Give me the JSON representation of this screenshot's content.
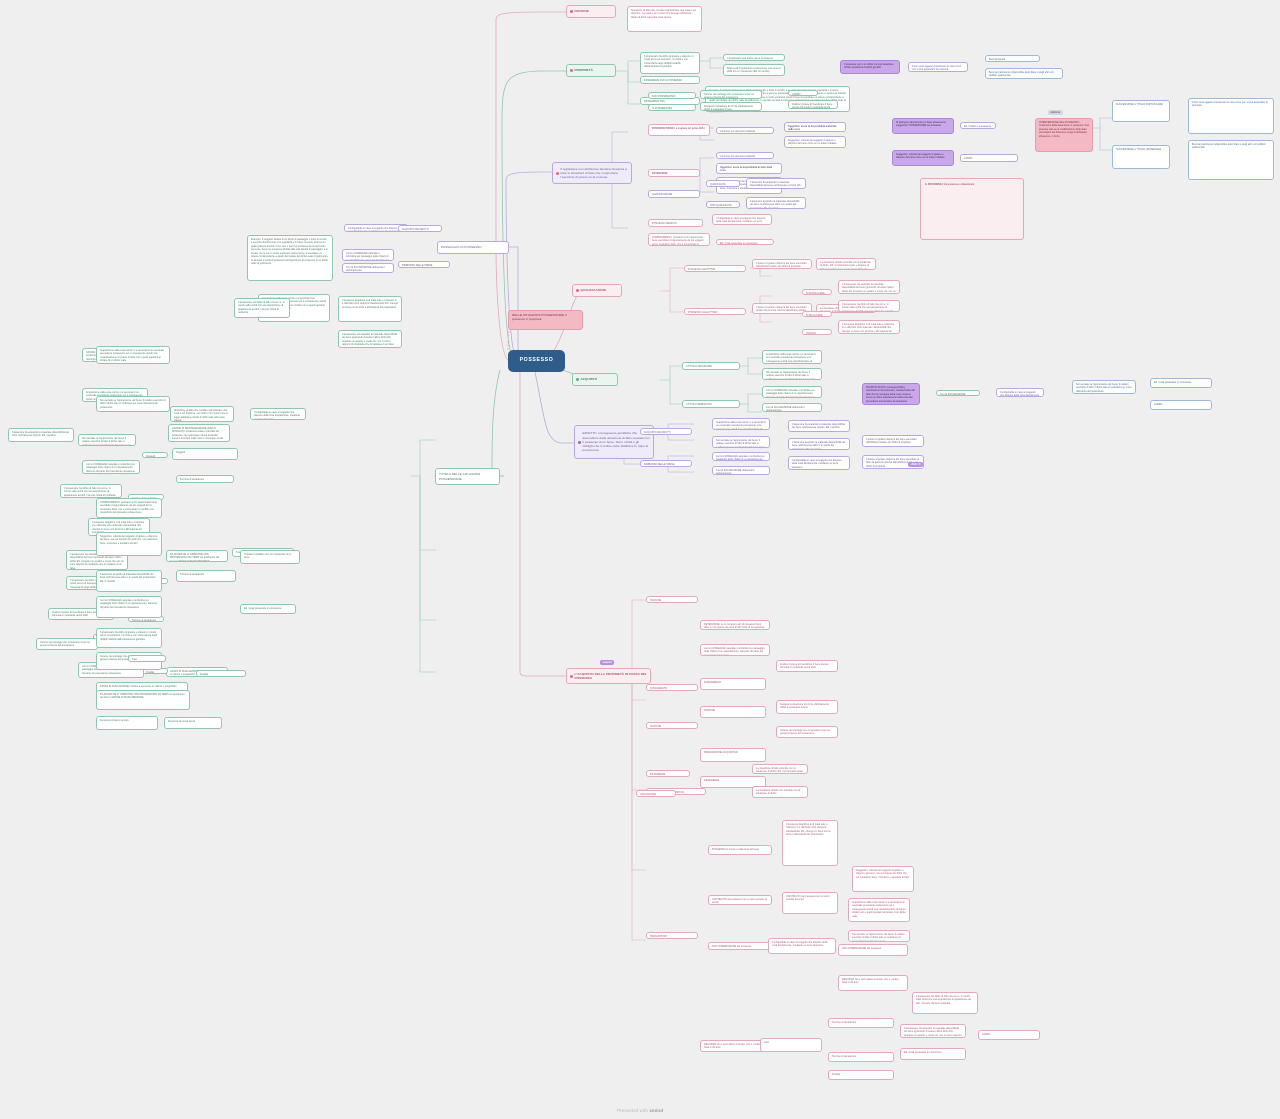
{
  "app": {
    "watermark_prefix": "Presented with ",
    "watermark_brand": "xmind"
  },
  "root": {
    "label": "POSSESSO"
  },
  "branches": {
    "nozione": {
      "label": "NOZIONE"
    },
    "proprieta": {
      "label": "PROPRIETÀ"
    },
    "qualificazioni": {
      "label": "QUALIFICAZIONI"
    },
    "acquisto": {
      "label": "ACQUISTO"
    },
    "passaggio": {
      "label": "PASSAGGIO DI POSSESSO"
    },
    "tutela": {
      "label": "TUTELA DELLE SITUAZIONI POSSESSORIE"
    },
    "acquisto_proprieta": {
      "label": "L'ACQUISTO DELLA PROPRIETÀ IN FORZA DEL POSSESSO"
    },
    "nelle_situazioni": {
      "label": "NELLE SITUAZIONI POSSESSORIE il possesso ≠ proprietà"
    },
    "effetti": {
      "label": "EFFETTI= conseguenze giuridiche che discendono dalla situazione di fatto creatasi con il possesso di un bene. Sono i diritti e gli obblighi che il codice civile stabilisce in capo al possessore."
    },
    "legislatore": {
      "label": "Il legislatore non attribuisce identica rilevanza a tutte le situazioni di fatto che comportano l'esercizio di potere su di un bene"
    }
  },
  "tags": {
    "effetti_tag": "effetti (4)",
    "acquisto_tag": "acquisti",
    "ulteriore": "ulteriore"
  },
  "nodes": {
    "nozione_def": "Situazione di fatto che consiste nell'utilizzare una cosa o nel disporne, nei modi e con i poteri che la legge attribuisce titolari di diritti reali sulla cosa stessa.",
    "prop_def": "Il proprietario ha diritto di godere e disporre in modo pieno ed esclusivo, nei limiti e con l'osservanza degli obblighi stabiliti dall'ordinamento giuridico.",
    "prop_diff_poss": "DIFFERENZE CON IL POSSESSO",
    "prop_diff_tra": "DIFFERENZA TRA:",
    "prop_anche": "Il proprietario può anche avere il possesso",
    "prop_diritti": "Diritti reali di godimento conferiscono una serie di diritti tra cui il possesso (ES. Di servitù)",
    "prop_esempio": "Esempio: il soggetto titolare di un diritto di passaggio o titolo di servitù, è esercita ulteriormente con regolarità e il potere inerente al bene sul quale grava la servitù: il suo non è però un possesso pieno del fondo servente, bensì un possesso limitato alla sola facoltà di passaggio, e si avvale con le sue in modo esclusivo sopra il bene di esercitare un potere corrispondente a quello del titolare del diritto reale di godimento. In tal caso si parla di possesso corrispondente al contenuto di un diritto reale di godimento.",
    "non_possidentes": "NON POSSIDENTES",
    "possidentes": "SI POSSIDENTES",
    "ladro": "LADRO",
    "ins_vantaggi": "Insieme dei vantaggi che il possesso di per sé genera a favore del possessore",
    "designa_situazione": "Designa la situazione di chi ha effettivamente diritto a possedere il bene",
    "implica_potere": "Implica il potere di rivendicare il bene presso chiunque lo possieda senza titolo",
    "possesso_pieno": "POSSESSO PIENO= a cognare art primo (ES.)",
    "detenzione_h": "DETENZIONE",
    "qualificazione_h": "QUALIFICAZIONE",
    "concorso_2a": "concorso di 2 elementi costitutivi",
    "concorso_2b": "concorso di 2 elementi costitutivi",
    "ogg_avere_corpo": "Oggettivo: avere la disponibilità materiale della cosa",
    "sogg_volonta": "Soggettivo: volontà del soggetto di godere e disporre del bene come se ne fosse il titolare",
    "ogg_disponibilita": "Oggettivo: avere la disponibilità di fatto della cosa",
    "sogg_detenzione": "Soggettivo: volontà del soggetto di godere e disporre del bene, ma nel rispetto dei diritti che, sul medesimo bene, riconosce e spettano ad altri",
    "qualificata": "QUALIFICATA",
    "non_qualificata": "NON QUALIFICATA",
    "det_materiale": "Il detentore ha acquisito la materiale disponibilità del bene nell'interesse proprio. ES. Inquilino.",
    "det_altrui": "Il detentore acquisito la materiale disponibilità del bene nell'interesse altrui o in quello del proprietario: ES. Il custode",
    "possesso_mediato_h": "POSSESSO MEDIATO",
    "possesso_legittimo_h": "POSSESSO LEGITTIMO",
    "possesso_illegittimo_h": "POSSESSO ILLEGITTIMO",
    "conf_unico": "Configurabile in capo al soggetto che dispone della cosa direttamente, mediante un terzo detentore",
    "potere_godere": "Il potere di godere o disporre del bene è esercitato di fatto da persona diversa dall'effettivo titolare del diritto di proprietà",
    "compromesso": "COMPROMESSO: possiamo a chi determinato bene esercitato congiuntamente da più soggetti ad un medesimo titolo, che è comunicare in conflitto con pregiudizio del possesso a detenzione",
    "es_cosa": "ES. Cosa possedute in comunione",
    "pm_potere": "Il potere di godere disporre del bene esercitato dall'effettivo titolare dei diritto di proprietà",
    "pm_potere2": "Il potere di godere disporre del bene esercitato di fatto da persona diversa dall'effettivo titolare del diritto di proprietà",
    "la_situaz1": "La situazione di fatto coincide con la situazione di diritto. ES. Il proprietario gode e dispone di fatto del proprio bene senza alcun diritto di godimento",
    "la_situaz2": "La situazione di fatto non coincide con la situazione di diritto",
    "di_buona_fede": "DI BUONA FEDE",
    "di_mala_fede": "DI MALA FEDE",
    "vizioso": "VIZIOSO",
    "bf_testo": "Il possessore ha acquisito la materiale disponibilità del bene ignorando di ledere l'altrui diritto ES. Acquisto un quadro e credo che non mi sono rapporti di cosiddette che si trattasse di un falso",
    "mf_testo": "Il possessore ha diritto di fatto ma non è, in merito sulla verità che sua acquisizione di appartenere ad altri, ma pure rifiuta di restituirla",
    "vz_testo": "Il possesso illegittimo si di mala fede e l'ulteriore si è utilizzato vizio violenza/ clandestinità: ES. ottengo un bene con la forza o all'insaputa del proprietario",
    "acq_ordinario": "A TITOLO ORIGINARIO",
    "acq_derivativo": "A TITOLO DERIVATIVO",
    "acq_orig_1": "Acquisizione della cosa contro o a seconda di un eventuale precedente possessore ed è conseguente quindi una cosa/situazione di potere di fatto con o quelli spettanti al titolare di un diritto reale",
    "acq_orig_2": "Non accade se l'apprensione del bene/ il relativo esercizio di fatto il diritto sale si verificano per mera tolleranza del possessore",
    "acq_der_1": "con la CONSEGNA materiale o simbolica (es passaggio delle chiavi) di un appartamento, da/verso da parte del precedente possessore",
    "acq_der_2": "Con la SUCCESSIONE definendo il dell'acquirente",
    "acq_frutti": "ACQUISTO DEI FRUTTI",
    "rimborso_spese": "RIMBORSO DELLE SPESE",
    "detenzione_cons": "DETENZIONE: se si compiono atti di possesso fisico altrui si cita oppure da parte di altri civile di occupazione",
    "fondamento": "FONDAMENTO",
    "nozione2": "NOZIONE",
    "prescrizione": "PRESCRIZIONE ACQUISITIVA",
    "usucapione": "USUCAPIONE",
    "differenze": "DIFFERENZE",
    "poss_bmfede": "POSSESSO in buona o mala fede del bene",
    "continuita": "CONTINUITÀ del possesso per un certo periodo di tempo",
    "presupposti": "PRESUPPOSTI",
    "non_interruzione": "NON INTERRUZIONE del possesso",
    "decorso": "DECORSO di un certo lasso di tempo, che è: codice fissa in 20 anni",
    "azione_reintegrazione": "AZIONE DI REINTEGRAZIONE (DALLO SPOGLIO)= privazione totale o parziale del possesso, che restringa o riduca la facoltà inerenti al potere sulla cosa o comunque renda meno comodo l'esercizio del diritto",
    "azione_manutenzione": "DA MOLESTIE O TURBATIVE CHE PROVENGONO DA TERZI nel godimento del bene= AZIONE DI MANUTENZIONE",
    "azioni_nunciazione": "AZIONI DI NUNCIAZIONE= mirano a prevenire un danno o pregiudizio",
    "tutela_cittadino": "Tutelare il cittadino che ha il possesso di un bene",
    "denuncia_nuova_opera": "Denuncia di nuova opera",
    "denuncia_danno": "Denuncia di danno temuto",
    "soggetti1": "Soggetti",
    "soggetti2": "Soggetti",
    "termine_dec1": "Termine di decadenza",
    "termine_dec2": "Termine di decadenza",
    "finalita": "Finalità",
    "casi": "Casi",
    "interversione": "INTERVERSIONE DEL POSSESSO= mutamento della detenzione in possesso. Può avvenire solo se la modificazione dello stato psicologico del detentore venga manifestata all'esterno, in forza",
    "traditio_ficta": "TRADITIO FICTA= consegna fittizia, trasmissione del possesso, caratterizzata dal fatto che la consegna della cosa, avviene senza un fisico spostamento della cosa dal precedente successione al acquirente",
    "poss_non_diritto": "Il possesso non è un diritto ma una situazione di fatto produttiva di effetti giuridici",
    "non_oggetto": "Il non sono oggetto di possesso le cose di cui non si può acquistare la proprietà",
    "beni_demaniali": "Beni demaniali",
    "beni_patrimonio": "Beni del patrimonio indisponibile dello Stato o degli altri enti pubblici patrimoniali",
    "distinguere": "Si distingue dal possesso in base all'elemento soggettivo= POSSESSORE nel possesso",
    "es_ladro": "ES. Il ladro è possessore",
    "differenza_box": "IL DIFFERENZA tra possesso e detenzione",
    "succ_particolare": "SUCCESSIONE A TITOLO PARTICOLARE",
    "succ_universale": "SUCCESSIONE A TITOLO UNIVERSALE"
  }
}
